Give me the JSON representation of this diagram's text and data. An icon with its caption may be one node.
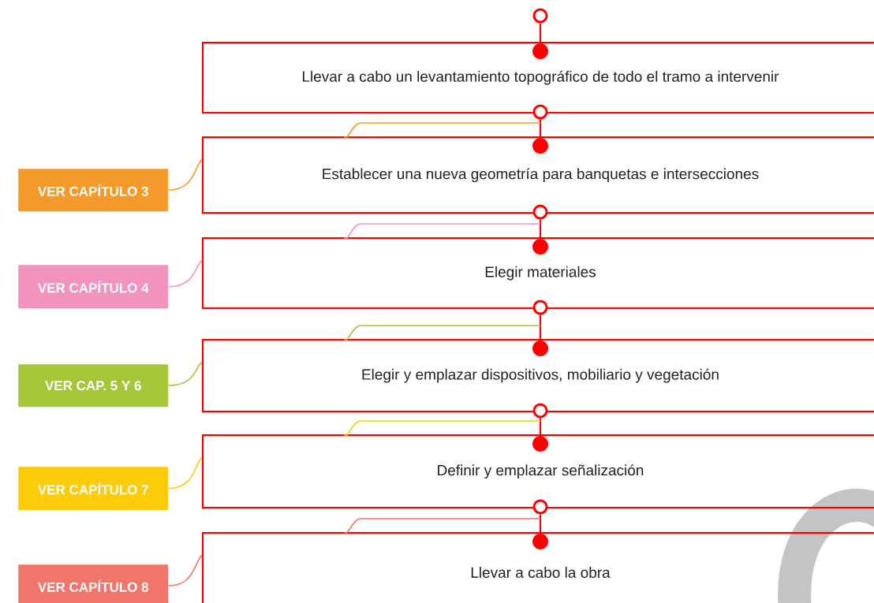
{
  "diagram": {
    "nodes": [
      {
        "text": [],
        "shape": "circle"
      },
      {
        "text": [
          "Llevar a cabo un levantamiento topográfico de todo el tramo a intervenir"
        ]
      },
      {
        "text": [],
        "shape": "circle"
      },
      {
        "text": [
          "VER CAPÍTULO 3"
        ]
      },
      {
        "text": [
          "Establecer una nueva geometría para banquetas e intersecciones"
        ]
      },
      {
        "text": [],
        "shape": "circle"
      },
      {
        "text": [
          "VER CAPÍTULO 4"
        ]
      },
      {
        "text": [
          "Elegir materiales"
        ]
      },
      {
        "text": [],
        "shape": "circle"
      },
      {
        "text": [
          "VER CAP. 5 Y 6"
        ]
      },
      {
        "text": [
          "Elegir y emplazar dispositivos, mobiliario y vegetación"
        ]
      },
      {
        "text": [],
        "shape": "circle"
      },
      {
        "text": [
          "VER CAPÍTULO 7"
        ]
      },
      {
        "text": [
          "Definir  y emplazar señalización"
        ]
      },
      {
        "text": [],
        "shape": "circle"
      },
      {
        "text": [
          "VER CAPÍTULO 8"
        ]
      },
      {
        "text": [
          "Llevar a cabo la obra"
        ]
      }
    ],
    "edges": [
      {
        "from": 0,
        "to": 1,
        "arrow": "other"
      },
      {
        "from": 2,
        "to": 4,
        "arrow": "other"
      },
      {
        "from": 3,
        "to": 4,
        "arrow": "none",
        "color": "#f39a2b"
      },
      {
        "from": 5,
        "to": 7,
        "arrow": "other"
      },
      {
        "from": 6,
        "to": 7,
        "arrow": "none",
        "color": "#f192bf"
      },
      {
        "from": 8,
        "to": 10,
        "arrow": "other"
      },
      {
        "from": 9,
        "to": 10,
        "arrow": "none",
        "color": "#a6c63a"
      },
      {
        "from": 11,
        "to": 13,
        "arrow": "other"
      },
      {
        "from": 12,
        "to": 13,
        "arrow": "none",
        "color": "#fccc0a"
      },
      {
        "from": 14,
        "to": 16,
        "arrow": "other"
      },
      {
        "from": 15,
        "to": 16,
        "arrow": "none",
        "color": "#f0756a"
      }
    ]
  }
}
